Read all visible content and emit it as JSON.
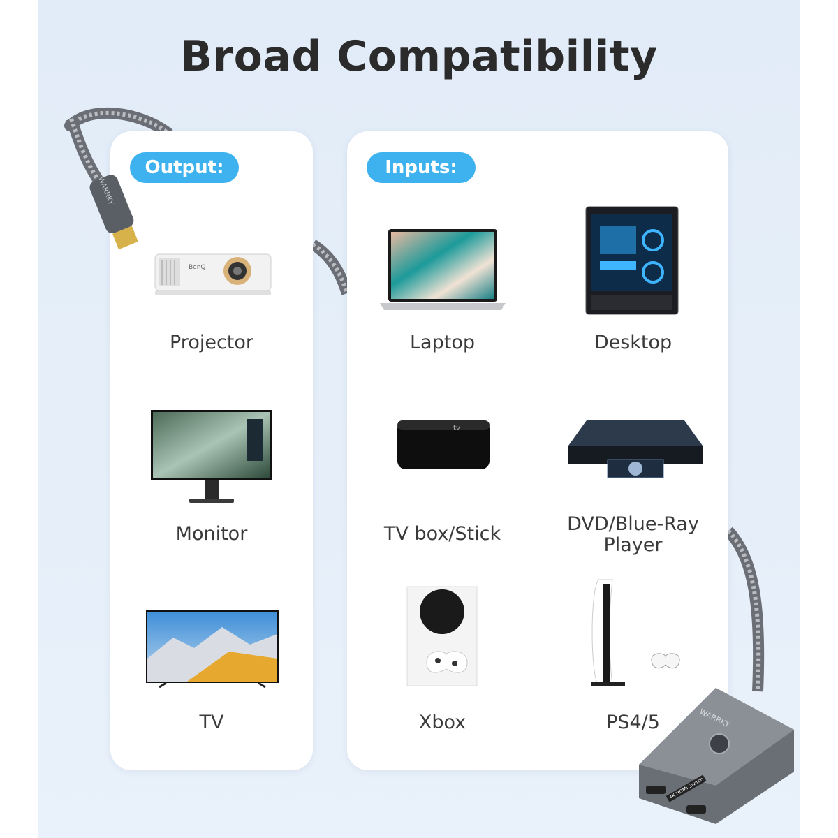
{
  "title": "Broad Compatibility",
  "output": {
    "heading": "Output:",
    "devices": [
      {
        "label": "Projector",
        "icon": "projector-icon"
      },
      {
        "label": "Monitor",
        "icon": "monitor-icon"
      },
      {
        "label": "TV",
        "icon": "tv-icon"
      }
    ],
    "projector_brand": "BenQ"
  },
  "inputs": {
    "heading": "Inputs:",
    "devices": [
      {
        "label": "Laptop",
        "icon": "laptop-icon"
      },
      {
        "label": "Desktop",
        "icon": "desktop-icon"
      },
      {
        "label": "TV box/Stick",
        "icon": "tv-box-icon"
      },
      {
        "label": "DVD/Blue-Ray\nPlayer",
        "icon": "bluray-player-icon"
      },
      {
        "label": "Xbox",
        "icon": "xbox-icon"
      },
      {
        "label": "PS4/5",
        "icon": "ps5-icon"
      }
    ]
  },
  "brand": "WARRKY",
  "switch_tag": "4K HDMI Switch",
  "colors": {
    "accent": "#3db2ef",
    "title": "#2b2b2b",
    "label": "#3a3a3a"
  }
}
